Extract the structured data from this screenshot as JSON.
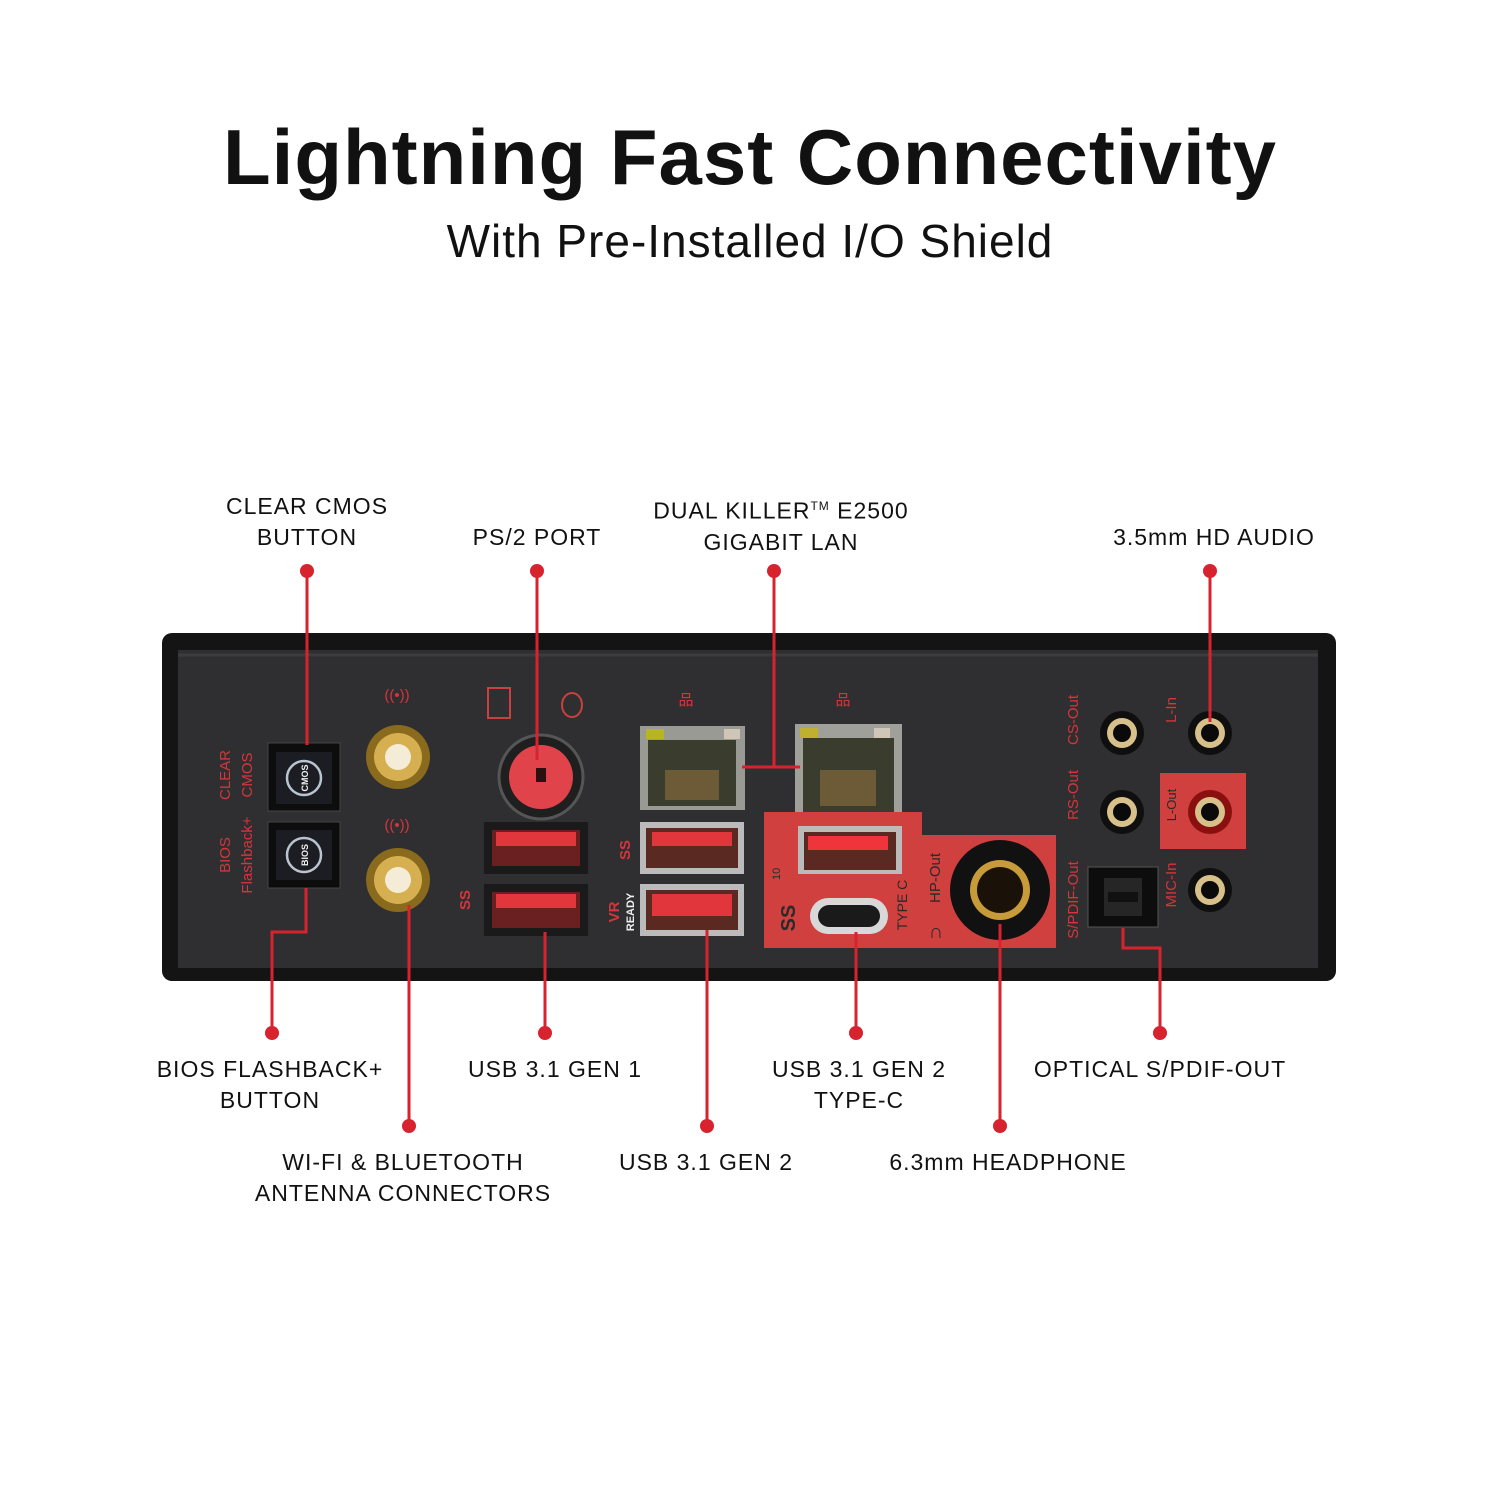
{
  "header": {
    "title": "Lightning Fast Connectivity",
    "subtitle": "With Pre-Installed I/O Shield"
  },
  "callouts": {
    "clear_cmos": {
      "line1": "CLEAR CMOS",
      "line2": "BUTTON"
    },
    "ps2": {
      "line1": "PS/2 PORT"
    },
    "lan": {
      "line1a": "DUAL KILLER",
      "tm": "TM",
      "line1b": " E2500",
      "line2": "GIGABIT LAN"
    },
    "audio": {
      "line1": "3.5mm HD AUDIO"
    },
    "bios": {
      "line1": "BIOS FLASHBACK+",
      "line2": "BUTTON"
    },
    "wifi": {
      "line1": "WI-FI & BLUETOOTH",
      "line2": "ANTENNA CONNECTORS"
    },
    "usb_gen1": {
      "line1": "USB 3.1 GEN 1"
    },
    "usb_gen2": {
      "line1": "USB 3.1 GEN 2"
    },
    "typec": {
      "line1": "USB 3.1 GEN 2",
      "line2": "TYPE-C"
    },
    "headphone": {
      "line1": "6.3mm HEADPHONE"
    },
    "optical": {
      "line1": "OPTICAL S/PDIF-OUT"
    }
  },
  "panel_labels": {
    "clear": "CLEAR",
    "cmos": "CMOS",
    "bios": "BIOS",
    "flashback": "Flashback+",
    "btn_cmos": "CMOS",
    "btn_bios": "BIOS",
    "vr": "VR",
    "ready": "READY",
    "type_c": "TYPE C",
    "hp_out": "HP-Out",
    "cs_out": "CS-Out",
    "l_in": "L-In",
    "rs_out": "RS-Out",
    "l_out": "L-Out",
    "spdif_out": "S/PDIF-Out",
    "mic_in": "MIC-In",
    "ss": "SS",
    "ss10": "10"
  },
  "colors": {
    "accent": "#d7232e",
    "panel": "#2e2e30",
    "plate": "#d0403f"
  }
}
